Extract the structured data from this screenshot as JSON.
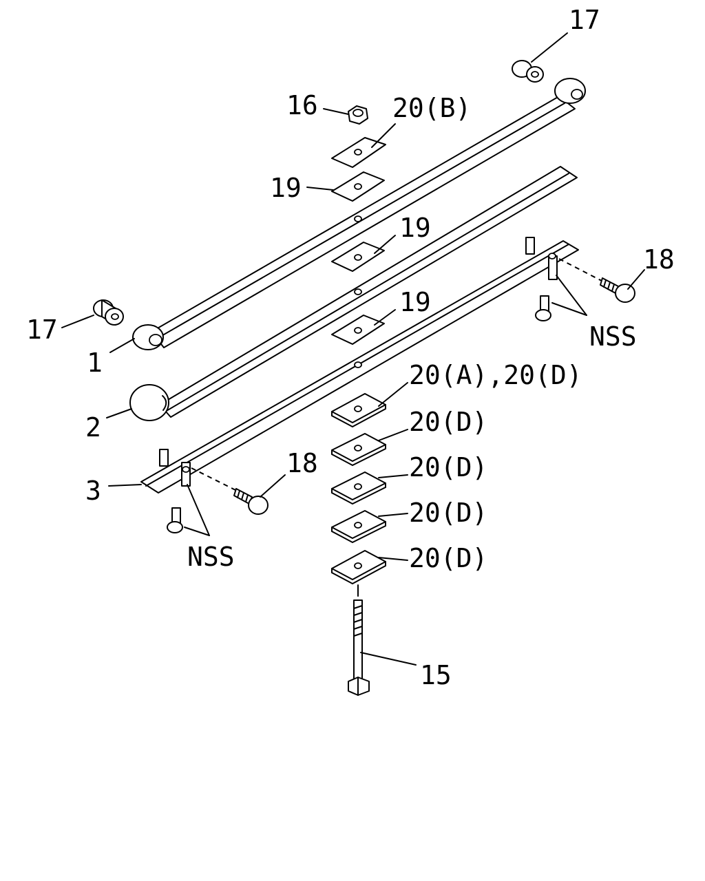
{
  "colors": {
    "background": "#ffffff",
    "ink": "#000000"
  },
  "callouts": {
    "c1": "1",
    "c2": "2",
    "c3": "3",
    "c15": "15",
    "c16": "16",
    "c17_top": "17",
    "c17_left": "17",
    "c18_right": "18",
    "c18_left": "18",
    "c19_top": "19",
    "c19_mid": "19",
    "c19_low": "19",
    "c20_b": "20(B)",
    "c20_ad": "20(A),20(D)",
    "c20_d1": "20(D)",
    "c20_d2": "20(D)",
    "c20_d3": "20(D)",
    "c20_d4": "20(D)",
    "nss_right": "NSS",
    "nss_left": "NSS"
  }
}
